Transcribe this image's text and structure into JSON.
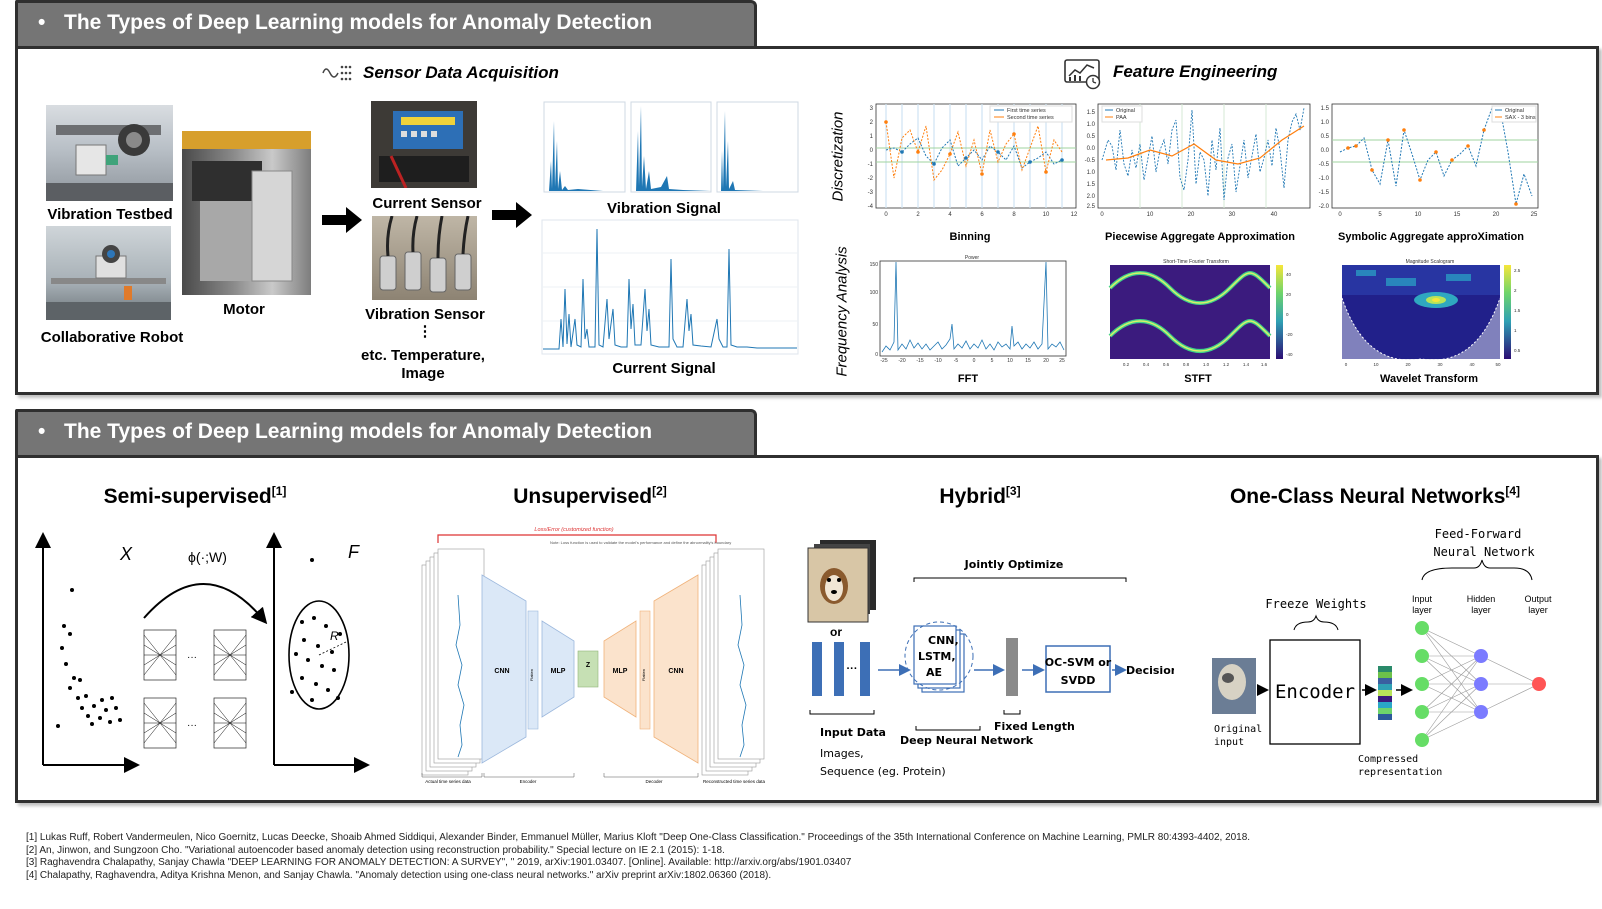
{
  "top": {
    "header": "The Types of Deep Learning models for Anomaly Detection",
    "sensor_title": "Sensor Data Acquisition",
    "feature_title": "Feature Engineering",
    "vibration_testbed": "Vibration Testbed",
    "collab_robot": "Collaborative Robot",
    "motor": "Motor",
    "current_sensor": "Current Sensor",
    "vibration_sensor": "Vibration Sensor",
    "etc_line1": "etc. Temperature,",
    "etc_line2": "Image",
    "ellipsis": "⋮",
    "vibration_signal": "Vibration Signal",
    "current_signal": "Current Signal",
    "discretization": "Discretization",
    "frequency_analysis": "Frequency Analysis",
    "binning": "Binning",
    "paa": "Piecewise Aggregate Approximation",
    "sax": "Symbolic Aggregate approXimation",
    "fft": "FFT",
    "stft": "STFT",
    "wavelet": "Wavelet Transform",
    "legend_first": "First time series",
    "legend_second": "Second time series",
    "legend_original": "Original",
    "legend_paa": "PAA",
    "legend_original2": "Original",
    "legend_sax": "SAX - 3 bins",
    "fft_title": "Power",
    "stft_title": "Short-Time Fourier Transform",
    "wavelet_title": "Magnitude Scalogram"
  },
  "bottom": {
    "header": "The Types of Deep Learning models for Anomaly Detection",
    "semi": "Semi-supervised",
    "semi_ref": "[1]",
    "unsup": "Unsupervised",
    "unsup_ref": "[2]",
    "hybrid": "Hybrid",
    "hybrid_ref": "[3]",
    "ocnn": "One-Class Neural Networks",
    "ocnn_ref": "[4]",
    "semi_x": "X",
    "semi_f": "F",
    "semi_phi": "ϕ(·;W)",
    "semi_r": "R",
    "unsup_loss": "Loss/Error (customized function)",
    "unsup_note": "Note: Loss function is used to validate the model's performance and define the abnormality's boundary",
    "unsup_cnn": "CNN",
    "unsup_mlp": "MLP",
    "unsup_z": "Z",
    "unsup_flatten": "Flatten",
    "unsup_actual": "Actual time series data",
    "unsup_encoder": "Encoder",
    "unsup_decoder": "Decoder",
    "unsup_recon": "Reconstructed time series data",
    "hy_or": "or",
    "hy_dots": "···",
    "hy_joint": "Jointly Optimize",
    "hy_cnn": "CNN,",
    "hy_lstm": "LSTM,",
    "hy_ae": "AE",
    "hy_ocsvm": "OC-SVM or",
    "hy_svdd": "SVDD",
    "hy_decision": "Decision",
    "hy_input": "Input Data",
    "hy_images": "Images,",
    "hy_seq": "Sequence (eg. Protein)",
    "hy_dnn": "Deep Neural Network",
    "hy_fixed": "Fixed Length",
    "oc_ffnn1": "Feed-Forward",
    "oc_ffnn2": "Neural Network",
    "oc_freeze": "Freeze Weights",
    "oc_encoder": "Encoder",
    "oc_input_layer1": "Input",
    "oc_input_layer2": "layer",
    "oc_hidden_layer1": "Hidden",
    "oc_hidden_layer2": "layer",
    "oc_output_layer1": "Output",
    "oc_output_layer2": "layer",
    "oc_orig1": "Original",
    "oc_orig2": "input",
    "oc_comp1": "Compressed",
    "oc_comp2": "representation"
  },
  "references": [
    "[1] Lukas Ruff, Robert Vandermeulen, Nico Goernitz, Lucas Deecke, Shoaib Ahmed Siddiqui, Alexander Binder, Emmanuel Müller, Marius Kloft \"Deep One-Class Classification.\" Proceedings of the 35th International Conference on Machine Learning, PMLR 80:4393-4402, 2018.",
    "[2] An, Jinwon, and Sungzoon Cho. \"Variational autoencoder based anomaly detection using reconstruction probability.\" Special lecture on IE 2.1 (2015): 1-18.",
    "[3] Raghavendra Chalapathy, Sanjay Chawla \"DEEP LEARNING FOR ANOMALY DETECTION: A SURVEY\", \" 2019, arXiv:1901.03407. [Online]. Available: http://arxiv.org/abs/1901.03407",
    "[4] Chalapathy, Raghavendra, Aditya Krishna Menon, and Sanjay Chawla. \"Anomaly detection using one-class neural networks.\" arXiv preprint arXiv:1802.06360 (2018)."
  ],
  "colors": {
    "header_bg": "#757575",
    "series_blue": "#1f77b4",
    "series_orange": "#ff7f0e",
    "encoder_blue": "#dbe8f7",
    "decoder_orange": "#fbe3cc",
    "latent_green": "#c6e0b4",
    "node_green": "#66dd66",
    "node_blue": "#7b7bff",
    "node_red": "#ff5555"
  }
}
